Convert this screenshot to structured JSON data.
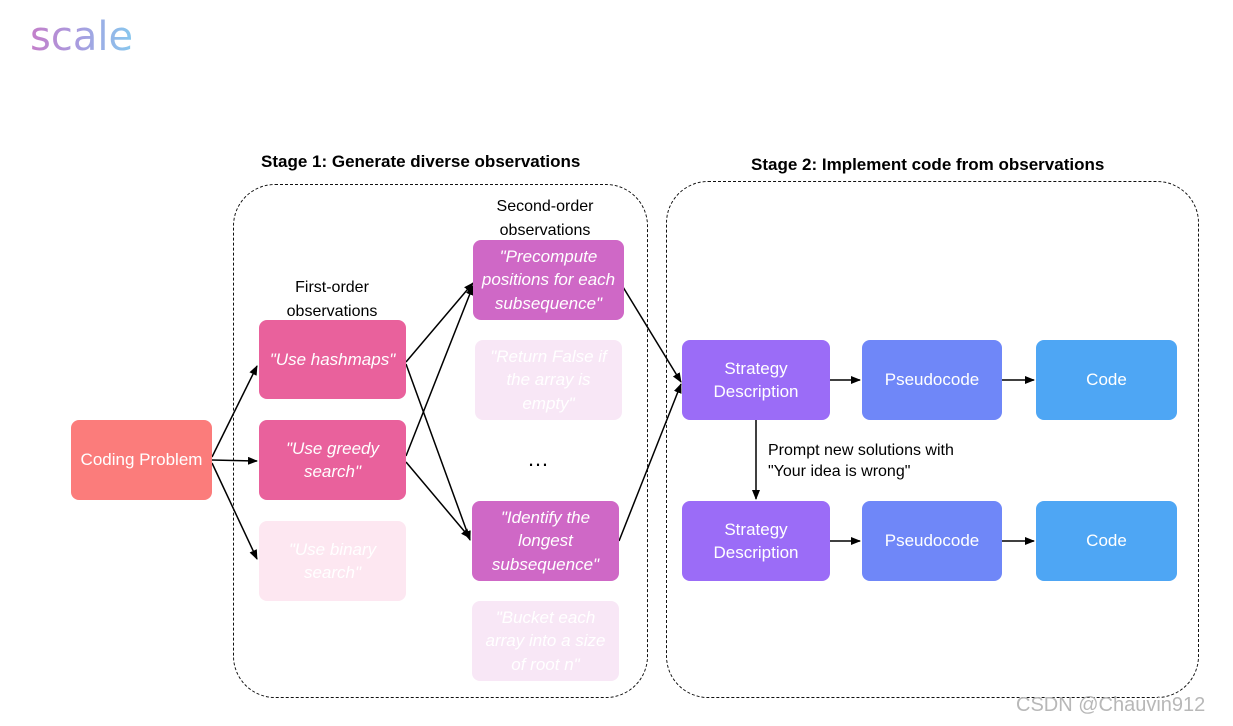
{
  "logo": {
    "text": "scale"
  },
  "stage1": {
    "title": "Stage 1: Generate diverse observations",
    "first_order_label": "First-order observations",
    "second_order_label": "Second-order observations",
    "problem": "Coding Problem",
    "first_order": [
      {
        "text": "\"Use hashmaps\"",
        "faded": false
      },
      {
        "text": "\"Use greedy search\"",
        "faded": false
      },
      {
        "text": "\"Use binary search\"",
        "faded": true
      }
    ],
    "second_order": [
      {
        "text": "\"Precompute positions for each subsequence\"",
        "faded": false
      },
      {
        "text": "\"Return False if the array is empty\"",
        "faded": true
      },
      {
        "text": "\"Identify the longest subsequence\"",
        "faded": false
      },
      {
        "text": "\"Bucket each array into a size of root n\"",
        "faded": true
      }
    ],
    "ellipsis": "…"
  },
  "stage2": {
    "title": "Stage 2: Implement code from observations",
    "row1": [
      "Strategy Description",
      "Pseudocode",
      "Code"
    ],
    "row2": [
      "Strategy Description",
      "Pseudocode",
      "Code"
    ],
    "prompt_line1": "Prompt new solutions with",
    "prompt_line2": "\"Your idea is wrong\""
  },
  "watermark": "CSDN @Chauvin912",
  "colors": {
    "problem": "#fb7c7b",
    "first_order": "#e9619c",
    "second_order": "#cf68c6",
    "faded_pink": "#fde7f1",
    "faded_purple": "#f8e7f6",
    "strategy": "#9b6cf7",
    "pseudocode": "#6f87f8",
    "code": "#4ea6f4"
  }
}
